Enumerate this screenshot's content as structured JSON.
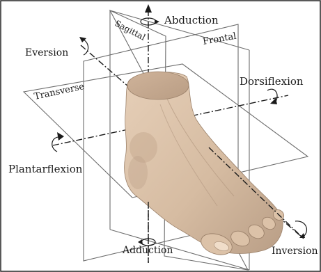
{
  "figure": {
    "labels": {
      "abduction": "Abduction",
      "sagittal": "Sagittal",
      "frontal": "Frontal",
      "eversion": "Eversion",
      "dorsiflexion": "Dorsiflexion",
      "transverse": "Transverse",
      "plantarflexion": "Plantarflexion",
      "adduction": "Adduction",
      "inversion": "Inversion"
    },
    "colors": {
      "skin": "#dcc2a8",
      "skin_shadow": "#bca28a",
      "ink": "#1a1a1a",
      "plane_line": "#6d6d6d"
    }
  }
}
